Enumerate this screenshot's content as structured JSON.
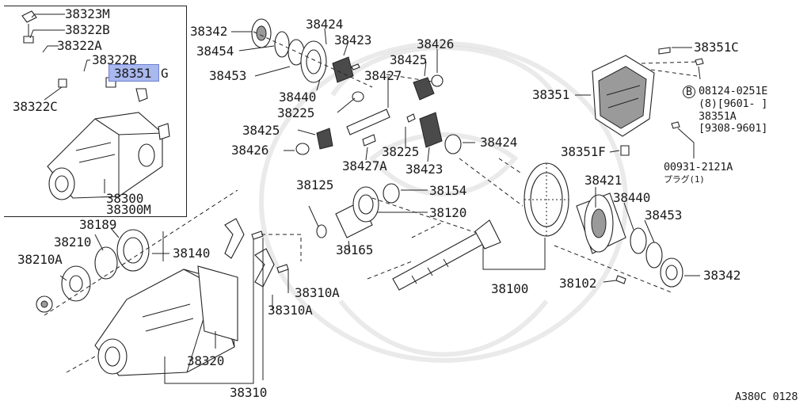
{
  "diagram_code": "A380C 0128",
  "highlighted_part": "38351",
  "inset": {
    "labels": {
      "p38323M": "38323M",
      "p38322B_top": "38322B",
      "p38322A": "38322A",
      "p38322B_mid": "38322B",
      "p38351G_num": "38351",
      "p38351G_suffix": "G",
      "p38322C": "38322C",
      "p38300": "38300",
      "p38300M": "38300M"
    }
  },
  "labels": {
    "p38342_top": "38342",
    "p38454": "38454",
    "p38453_top": "38453",
    "p38424_top": "38424",
    "p38423_top": "38423",
    "p38440_top": "38440",
    "p38225_top": "38225",
    "p38426_top": "38426",
    "p38425_top": "38425",
    "p38427": "38427",
    "p38425_mid": "38425",
    "p38426_mid": "38426",
    "p38427A": "38427A",
    "p38225_mid": "38225",
    "p38423_mid": "38423",
    "p38424_mid": "38424",
    "p38351C": "38351C",
    "p38351": "38351",
    "p38351F": "38351F",
    "b_marker": "B",
    "bolt_code": "08124-0251E",
    "bolt_qty": "(8)[9601-      ]",
    "p38351A": "38351A",
    "p38351A_range": "[9308-9601]",
    "plug_code": "00931-2121A",
    "plug_qty": "プラグ(1)",
    "p38125": "38125",
    "p38154": "38154",
    "p38120": "38120",
    "p38165": "38165",
    "p38421": "38421",
    "p38440_right": "38440",
    "p38453_right": "38453",
    "p38342_right": "38342",
    "p38102": "38102",
    "p38100": "38100",
    "p38189": "38189",
    "p38210": "38210",
    "p38210A": "38210A",
    "p38140": "38140",
    "p38310A_a": "38310A",
    "p38310A_b": "38310A",
    "p38320": "38320",
    "p38310": "38310"
  }
}
